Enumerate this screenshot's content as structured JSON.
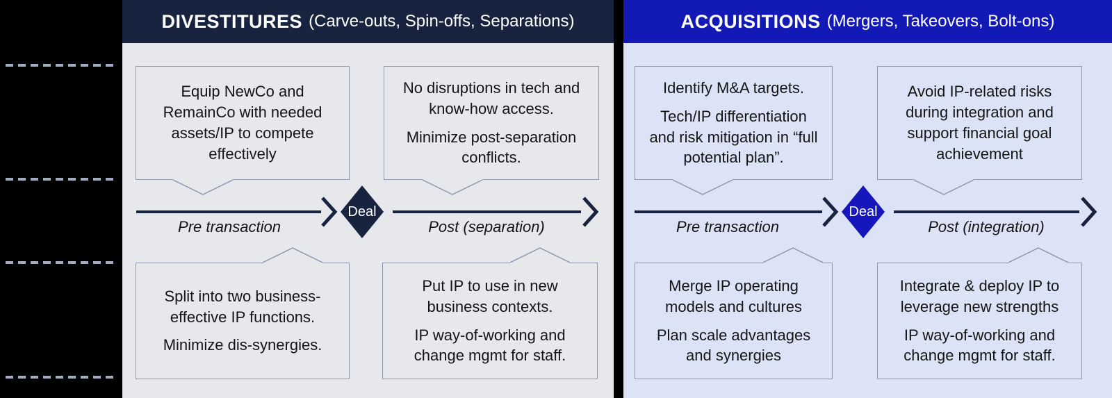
{
  "colors": {
    "canvas": "#000000",
    "divestitures_header": "#18243f",
    "divestitures_panel": "#e7e8ec",
    "acquisitions_header": "#1219b4",
    "acquisitions_panel": "#dde3f7",
    "timeline_arrow": "#18243f",
    "deal_diamond_divestitures": "#18243f",
    "deal_diamond_acquisitions": "#1517bd",
    "callout_border": "#8d97ad",
    "rail_dash": "#a3abc0",
    "text": "#141414"
  },
  "panels": [
    {
      "id": "divestitures",
      "header": {
        "title": "DIVESTITURES",
        "subtitle": "(Carve-outs, Spin-offs, Separations)"
      },
      "timeline": {
        "pre": "Pre transaction",
        "deal": "Deal",
        "post": "Post (separation)"
      },
      "boxes": [
        {
          "name": "pre-top",
          "lines": [
            "Equip NewCo and RemainCo with needed assets/IP to compete effectively"
          ]
        },
        {
          "name": "post-top",
          "lines": [
            "No disruptions in tech and know-how access.",
            "Minimize post-separation conflicts."
          ]
        },
        {
          "name": "pre-bottom",
          "lines": [
            "Split into two business-effective IP functions.",
            "Minimize dis-synergies."
          ]
        },
        {
          "name": "post-bottom",
          "lines": [
            "Put IP to use in new business contexts.",
            "IP way-of-working and change mgmt for staff."
          ]
        }
      ]
    },
    {
      "id": "acquisitions",
      "header": {
        "title": "ACQUISITIONS",
        "subtitle": "(Mergers, Takeovers, Bolt-ons)"
      },
      "timeline": {
        "pre": "Pre transaction",
        "deal": "Deal",
        "post": "Post (integration)"
      },
      "boxes": [
        {
          "name": "pre-top",
          "lines": [
            "Identify M&A targets.",
            "Tech/IP differentiation and risk mitigation in “full potential plan”."
          ]
        },
        {
          "name": "post-top",
          "lines": [
            "Avoid IP-related risks during integration and support financial goal achievement"
          ]
        },
        {
          "name": "pre-bottom",
          "lines": [
            "Merge IP operating models and cultures",
            "Plan scale advantages and synergies"
          ]
        },
        {
          "name": "post-bottom",
          "lines": [
            "Integrate & deploy IP to leverage new strengths",
            "IP way-of-working and change mgmt for staff."
          ]
        }
      ]
    }
  ]
}
